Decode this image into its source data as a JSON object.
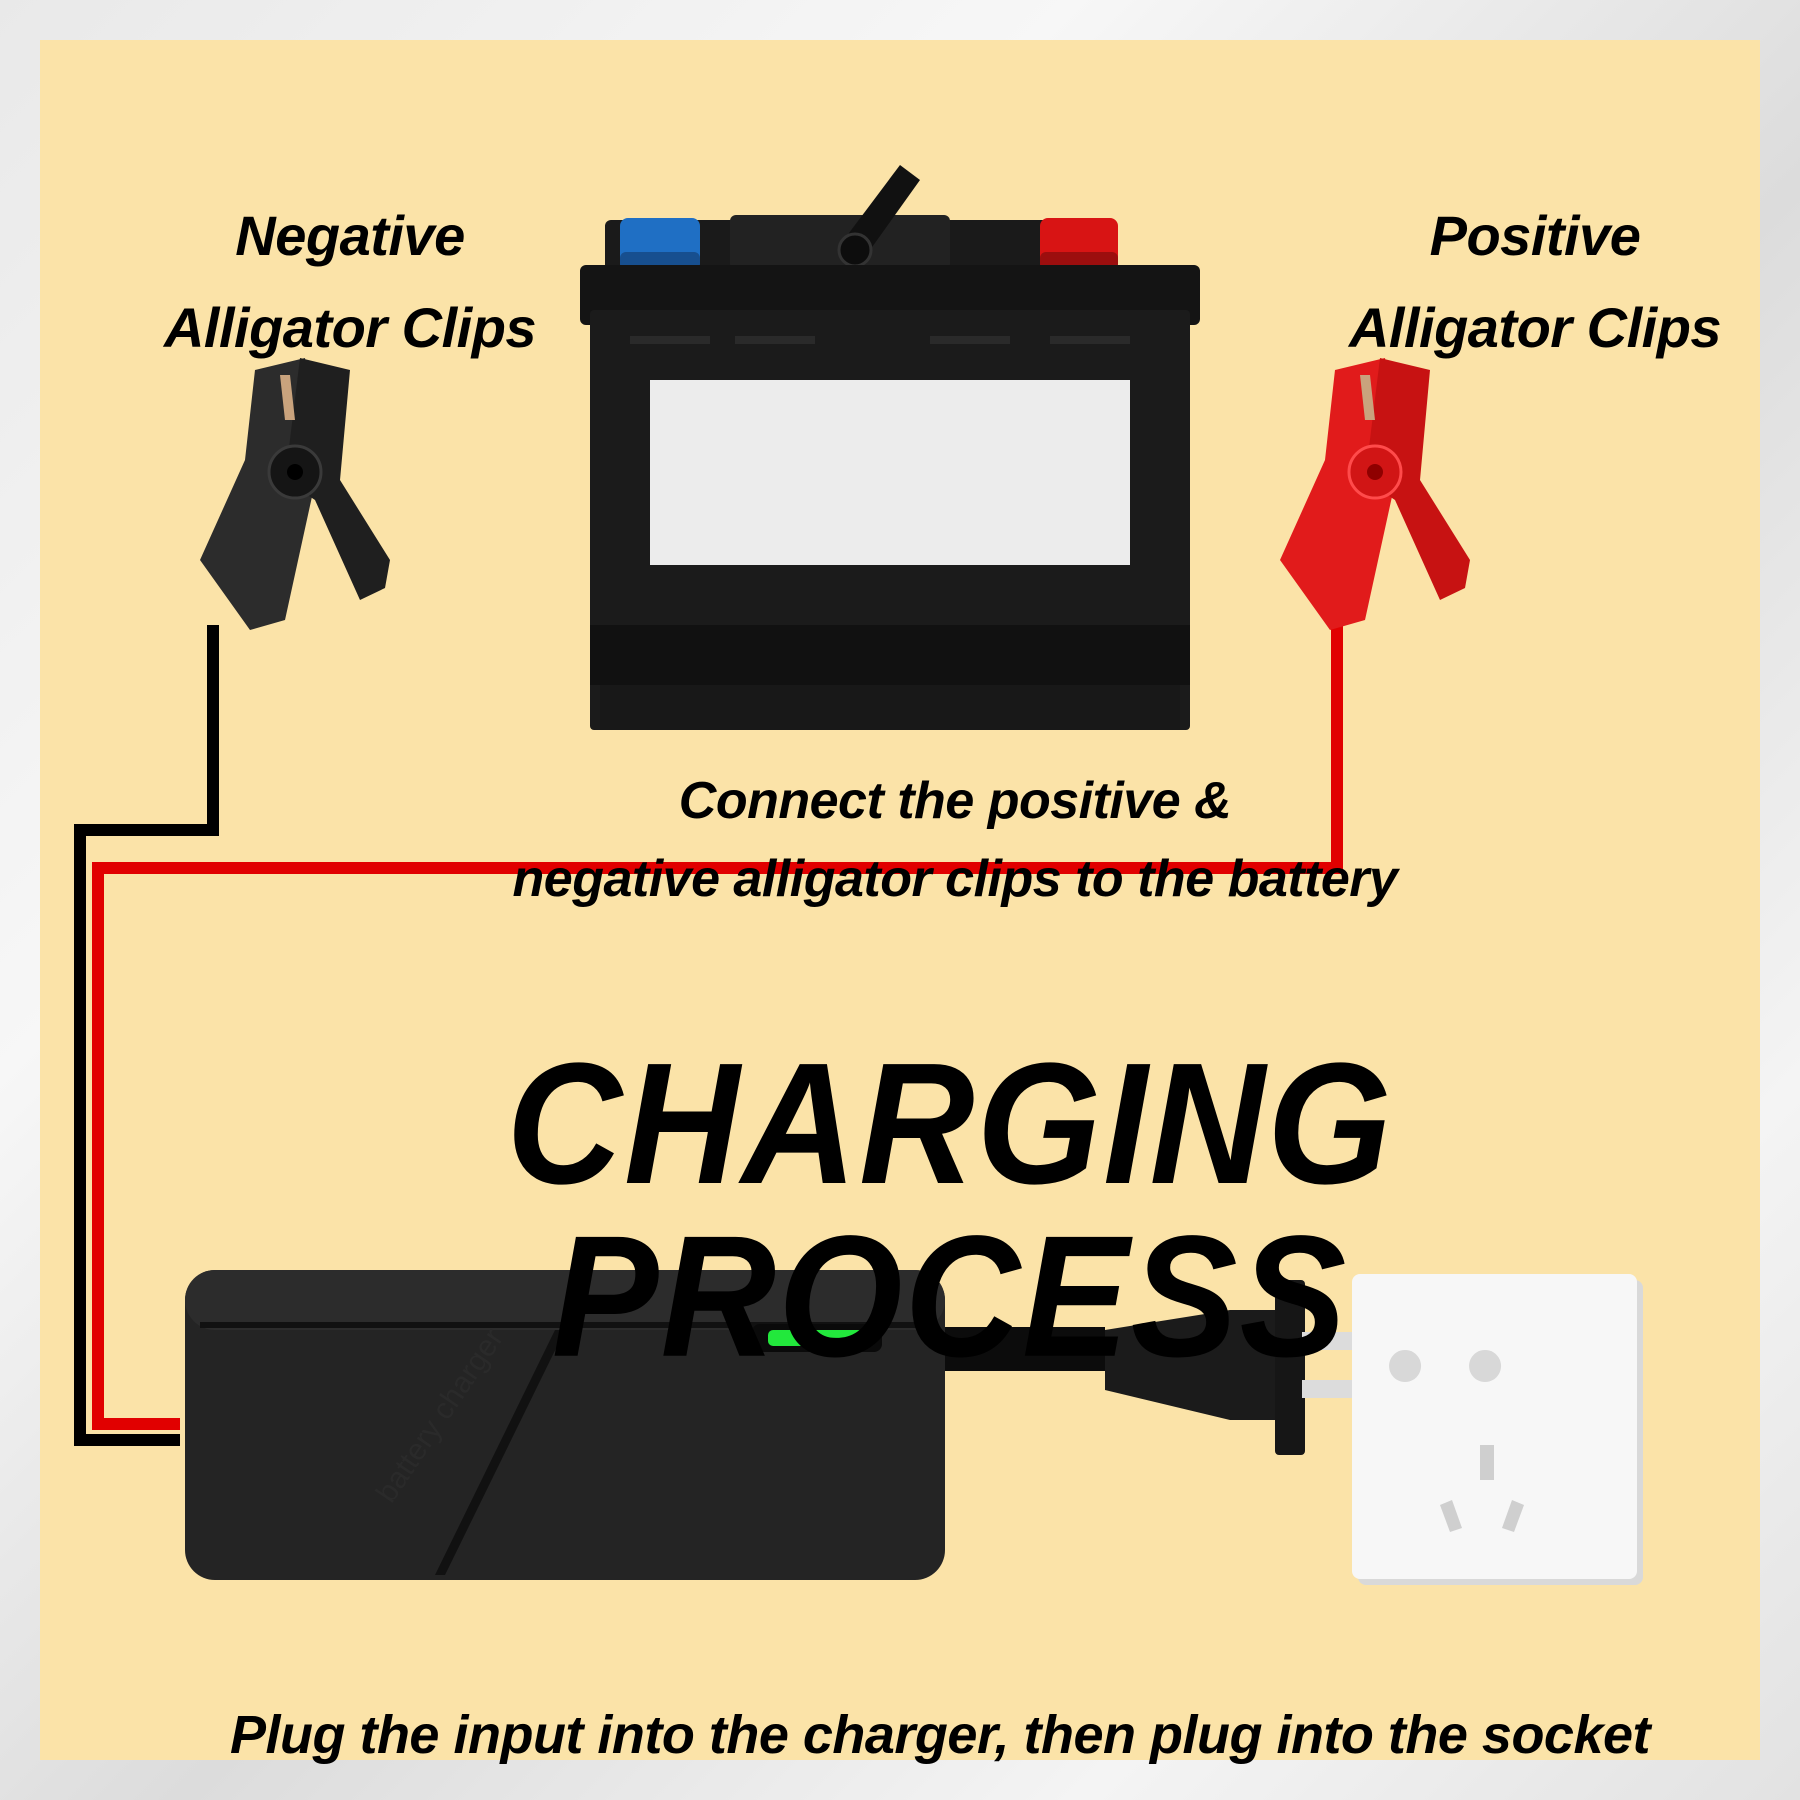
{
  "labels": {
    "negative_line1": "Negative",
    "negative_line2": "Alligator Clips",
    "positive_line1": "Positive",
    "positive_line2": "Alligator Clips",
    "connect_line1": "Connect the positive &",
    "connect_line2": "negative alligator clips to the battery",
    "title": "CHARGING PROCESS",
    "plug_instruction": "Plug the input into the charger, then plug into the socket",
    "charger_text": "battery charger"
  },
  "colors": {
    "panel": "#fbe3a8",
    "wire_red": "#e10000",
    "wire_black": "#000000",
    "battery_body": "#1b1b1b",
    "terminal_negative": "#1f6fc4",
    "terminal_positive": "#d81414",
    "led": "#22e83c",
    "socket": "#f7f7f7"
  },
  "icons": [
    "battery-icon",
    "negative-alligator-clip-icon",
    "positive-alligator-clip-icon",
    "battery-charger-icon",
    "power-plug-icon",
    "wall-socket-icon"
  ]
}
